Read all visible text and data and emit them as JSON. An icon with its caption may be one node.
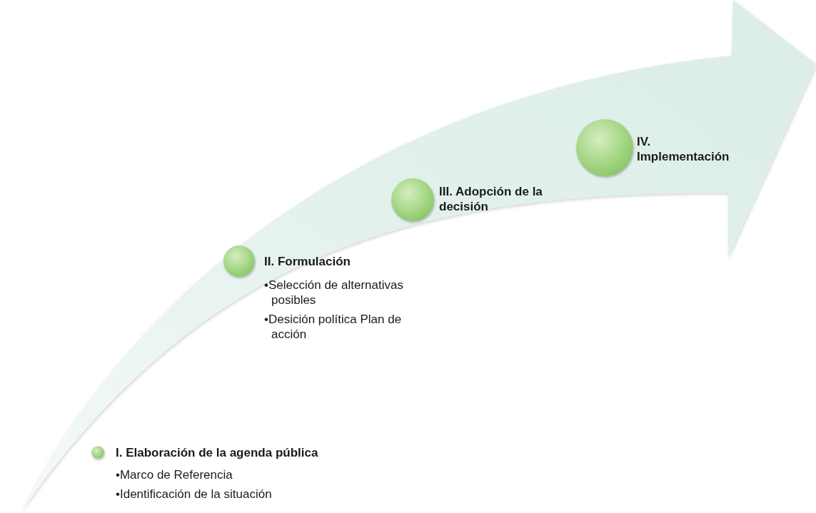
{
  "diagram": {
    "nodes": [
      {
        "text": [],
        "shape": "arrow"
      },
      {
        "text": [
          "I. Elaboración de la agenda pública",
          "•Marco de Referencia",
          "•Identificación de la situación"
        ],
        "in": 0
      },
      {
        "text": [
          "II. Formulación",
          "•Selección de alternativas posibles",
          "•Desición política Plan de acción"
        ],
        "in": 0
      },
      {
        "text": [
          "III. Adopción de la decisión"
        ],
        "in": 0
      },
      {
        "text": [
          "IV. Implementación"
        ],
        "in": 0
      }
    ],
    "edges": []
  }
}
